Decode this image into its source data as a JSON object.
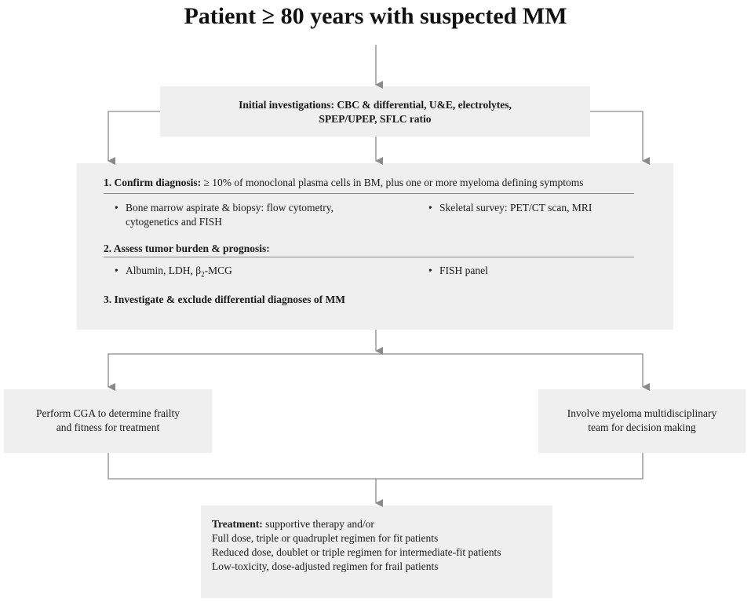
{
  "title": "Patient ≥ 80 years with suspected MM",
  "initial": {
    "line1": "Initial investigations: CBC & differential, U&E, electrolytes,",
    "line2": "SPEP/UPEP, SFLC ratio"
  },
  "steps": {
    "confirm": {
      "heading": "1. Confirm diagnosis:",
      "text": " ≥ 10% of monoclonal plasma cells in BM, plus one or more myeloma defining symptoms",
      "bullet_left_1": "Bone marrow aspirate & biopsy: flow cytometry,",
      "bullet_left_2": "cytogenetics and FISH",
      "bullet_right": "Skeletal survey: PET/CT scan, MRI"
    },
    "assess": {
      "heading": "2. Assess tumor burden & prognosis:",
      "bullet_left_prefix": "Albumin, LDH, β",
      "bullet_left_sub": "2",
      "bullet_left_suffix": "-MCG",
      "bullet_right": "FISH panel"
    },
    "investigate": {
      "heading": "3. Investigate & exclude differential diagnoses of MM"
    }
  },
  "cga": {
    "line1": "Perform CGA to determine frailty",
    "line2": "and fitness for treatment"
  },
  "mdt": {
    "line1": "Involve myeloma multidisciplinary",
    "line2": "team for decision making"
  },
  "treatment": {
    "heading": "Treatment:",
    "intro": " supportive therapy and/or",
    "line1": "Full dose, triple or quadruplet regimen for fit patients",
    "line2": "Reduced dose, doublet or triple regimen for intermediate-fit patients",
    "line3": "Low-toxicity, dose-adjusted regimen for frail patients"
  },
  "colors": {
    "box_fill": "#efefef",
    "connector": "#8a8a8a",
    "text": "#1a1a1a"
  }
}
